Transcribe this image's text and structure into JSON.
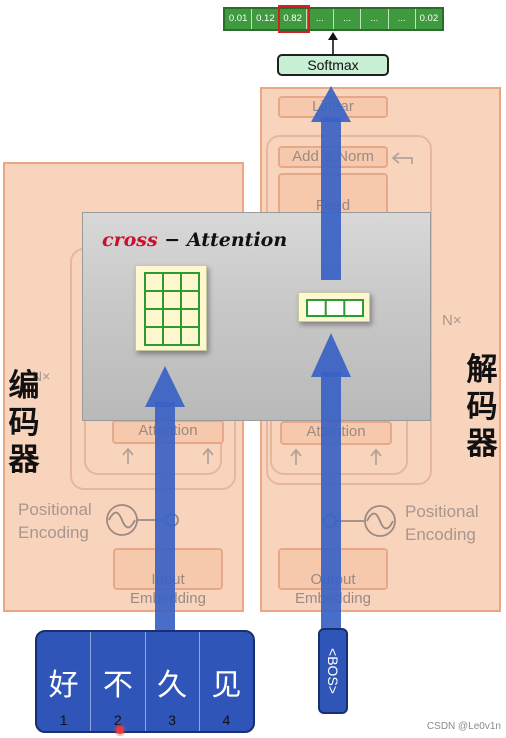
{
  "probabilities": [
    "0.01",
    "0.12",
    "0.82",
    "...",
    "...",
    "...",
    "...",
    "0.02"
  ],
  "softmax_label": "Softmax",
  "decoder": {
    "linear_label": "Linear",
    "add_norm_label": "Add & Norm",
    "feed_forward_label": "Feed\nForward",
    "attention_label": "Attention",
    "nx_label": "N×",
    "positional_label": "Positional\nEncoding",
    "embedding_label": "Output\nEmbedding",
    "side_label": "解\n码\n器"
  },
  "encoder": {
    "attention_label": "Attention",
    "nx_label": "N×",
    "positional_label": "Positional\nEncoding",
    "embedding_label": "Input\nEmbedding",
    "side_label": "编\n码\n器"
  },
  "cross_attention": {
    "title_left": "cross",
    "title_right": "− Attention"
  },
  "input_tokens": [
    {
      "char": "好",
      "index": "1"
    },
    {
      "char": "不",
      "index": "2"
    },
    {
      "char": "久",
      "index": "3"
    },
    {
      "char": "见",
      "index": "4"
    }
  ],
  "bos_label": "<BOS>",
  "watermark": "CSDN @Le0v1n",
  "colors": {
    "arrow_blue": "#3a62c4",
    "grid_green": "#2f9a2f",
    "highlight_red": "#d42020",
    "cross_red": "#c8102e"
  }
}
